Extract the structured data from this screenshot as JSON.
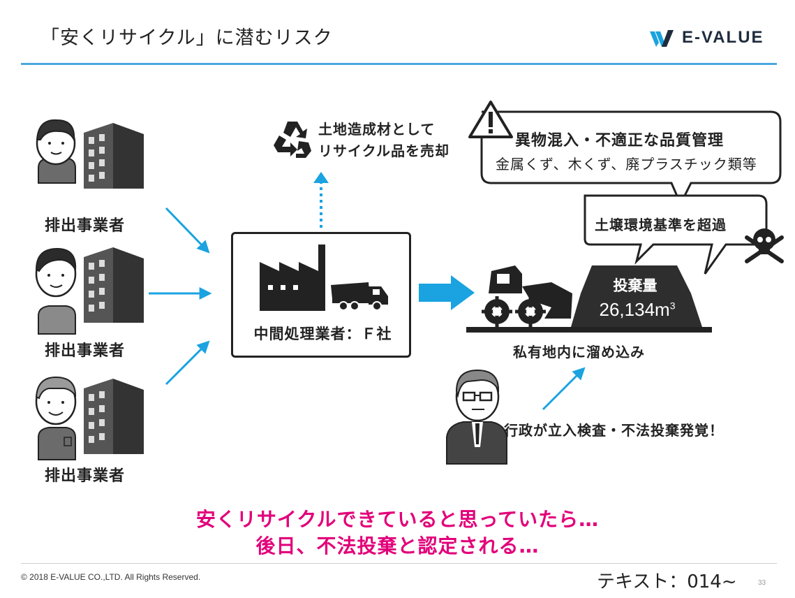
{
  "header": {
    "title": "「安くリサイクル」に潜むリスク",
    "brand_name": "E-VALUE"
  },
  "emitters": [
    {
      "label": "排出事業者"
    },
    {
      "label": "排出事業者"
    },
    {
      "label": "排出事業者"
    }
  ],
  "recycle": {
    "line1": "土地造成材として",
    "line2": "リサイクル品を売却"
  },
  "processor": {
    "label": "中間処理業者：Ｆ社"
  },
  "warnings": {
    "waste_title": "異物混入・不適正な品質管理",
    "waste_detail": "金属くず、木くず、廃プラスチック類等",
    "soil": "土壌環境基準を超過"
  },
  "dumping": {
    "label": "投棄量",
    "amount": "26,134m",
    "unit_superscript": "3",
    "site": "私有地内に溜め込み"
  },
  "inspection": {
    "text": "行政が立入検査・不法投棄発覚！"
  },
  "conclusion": {
    "line1": "安くリサイクルできていると思っていたら…",
    "line2": "後日、不法投棄と認定される…"
  },
  "footer": {
    "copyright": "© 2018 E-VALUE CO.,LTD. All Rights Reserved.",
    "text_ref": "テキスト：014~",
    "page_number": "33"
  },
  "colors": {
    "accent_blue": "#1aa3e0",
    "header_rule": "#4aa8de",
    "conclusion_pink": "#e2007a",
    "brand_navy": "#1f2c3d"
  }
}
